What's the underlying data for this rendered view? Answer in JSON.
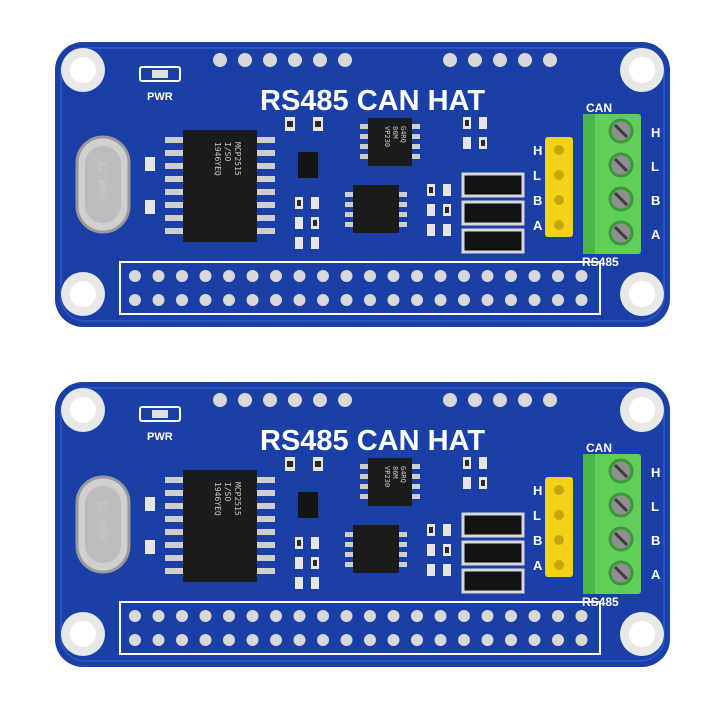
{
  "board": {
    "title": "RS485 CAN HAT",
    "power_label": "PWR",
    "can_label": "CAN",
    "rs485_label": "RS485",
    "header_pins_left": [
      "H",
      "L",
      "B",
      "A"
    ],
    "terminal_pins_right": [
      "H",
      "L",
      "B",
      "A"
    ],
    "controller_chip": [
      "MCP2515",
      "I/SO",
      "1946YEQ"
    ],
    "transceiver_chip": [
      "VP230",
      "86M",
      "G4RQ"
    ],
    "crystal_label": "12.000",
    "colors": {
      "pcb": "#1a3fa6",
      "pcb_edge": "#2a52c0",
      "silkscreen": "#ffffff",
      "terminal": "#5fcf5a",
      "pin_header": "#f5d21a",
      "pads": "#d8d8d8"
    }
  },
  "boards_shown": [
    "board-top",
    "board-bottom"
  ]
}
